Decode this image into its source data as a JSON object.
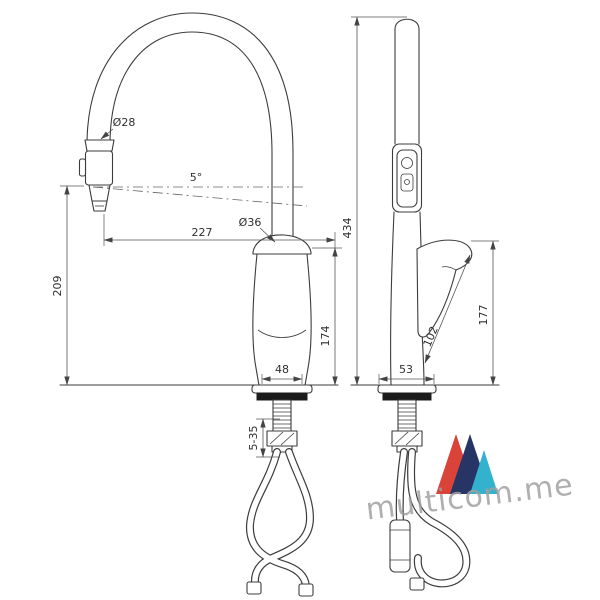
{
  "drawing": {
    "front_view": {
      "spray_head_diameter": "Ø28",
      "spray_angle": "5°",
      "spout_diameter": "Ø36",
      "spout_reach": "227",
      "spray_head_height": "209",
      "body_height": "174",
      "base_width": "48",
      "deck_thickness_range": "5-35"
    },
    "side_view": {
      "total_height": "434",
      "handle_top_height": "177",
      "handle_length": "102",
      "base_depth": "53"
    }
  },
  "watermark": {
    "text": "multicom.me",
    "text_color": "#9c9c9c",
    "colors": {
      "red": "#d7392e",
      "navy": "#1c2a5e",
      "teal": "#28aecb"
    }
  },
  "canvas": {
    "background": "#ffffff",
    "line_color": "#3c3c3c",
    "dim_color": "#555555"
  }
}
